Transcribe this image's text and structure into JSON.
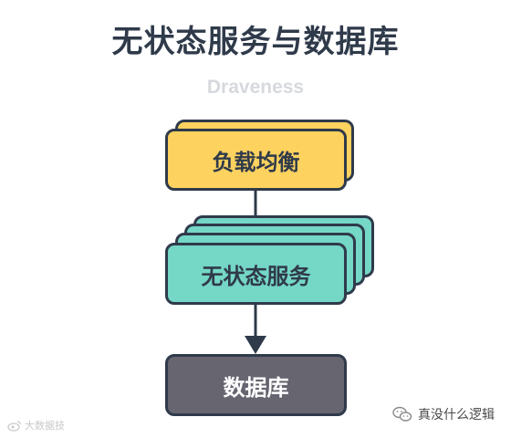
{
  "title": "无状态服务与数据库",
  "subtitle": "Draveness",
  "nodes": {
    "load_balancer": "负载均衡",
    "stateless_service": "无状态服务",
    "database": "数据库"
  },
  "colors": {
    "load_balancer": "#fdd25f",
    "stateless_service": "#75d7c6",
    "database": "#676570",
    "stroke": "#2f3a4a"
  },
  "watermarks": {
    "left": "大数据技",
    "right": "真没什么逻辑"
  },
  "icons": {
    "left_watermark": "weibo-icon",
    "right_watermark": "wechat-icon"
  }
}
